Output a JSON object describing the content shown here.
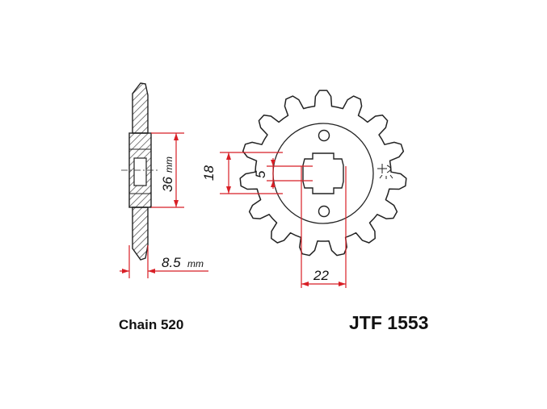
{
  "diagram": {
    "teeth": 15,
    "colors": {
      "outline": "#222222",
      "dimension": "#d81f26",
      "hatch": "#444444"
    },
    "side_view": {
      "hub_diameter_label": "36",
      "hub_diameter_unit": "mm",
      "thickness_label": "8.5",
      "thickness_unit": "mm"
    },
    "front_view": {
      "bore_label": "22",
      "bolt_spacing_label": "18",
      "spline_width_label": "5"
    }
  },
  "caption": {
    "chain": "Chain 520",
    "part_number": "JTF 1553"
  }
}
